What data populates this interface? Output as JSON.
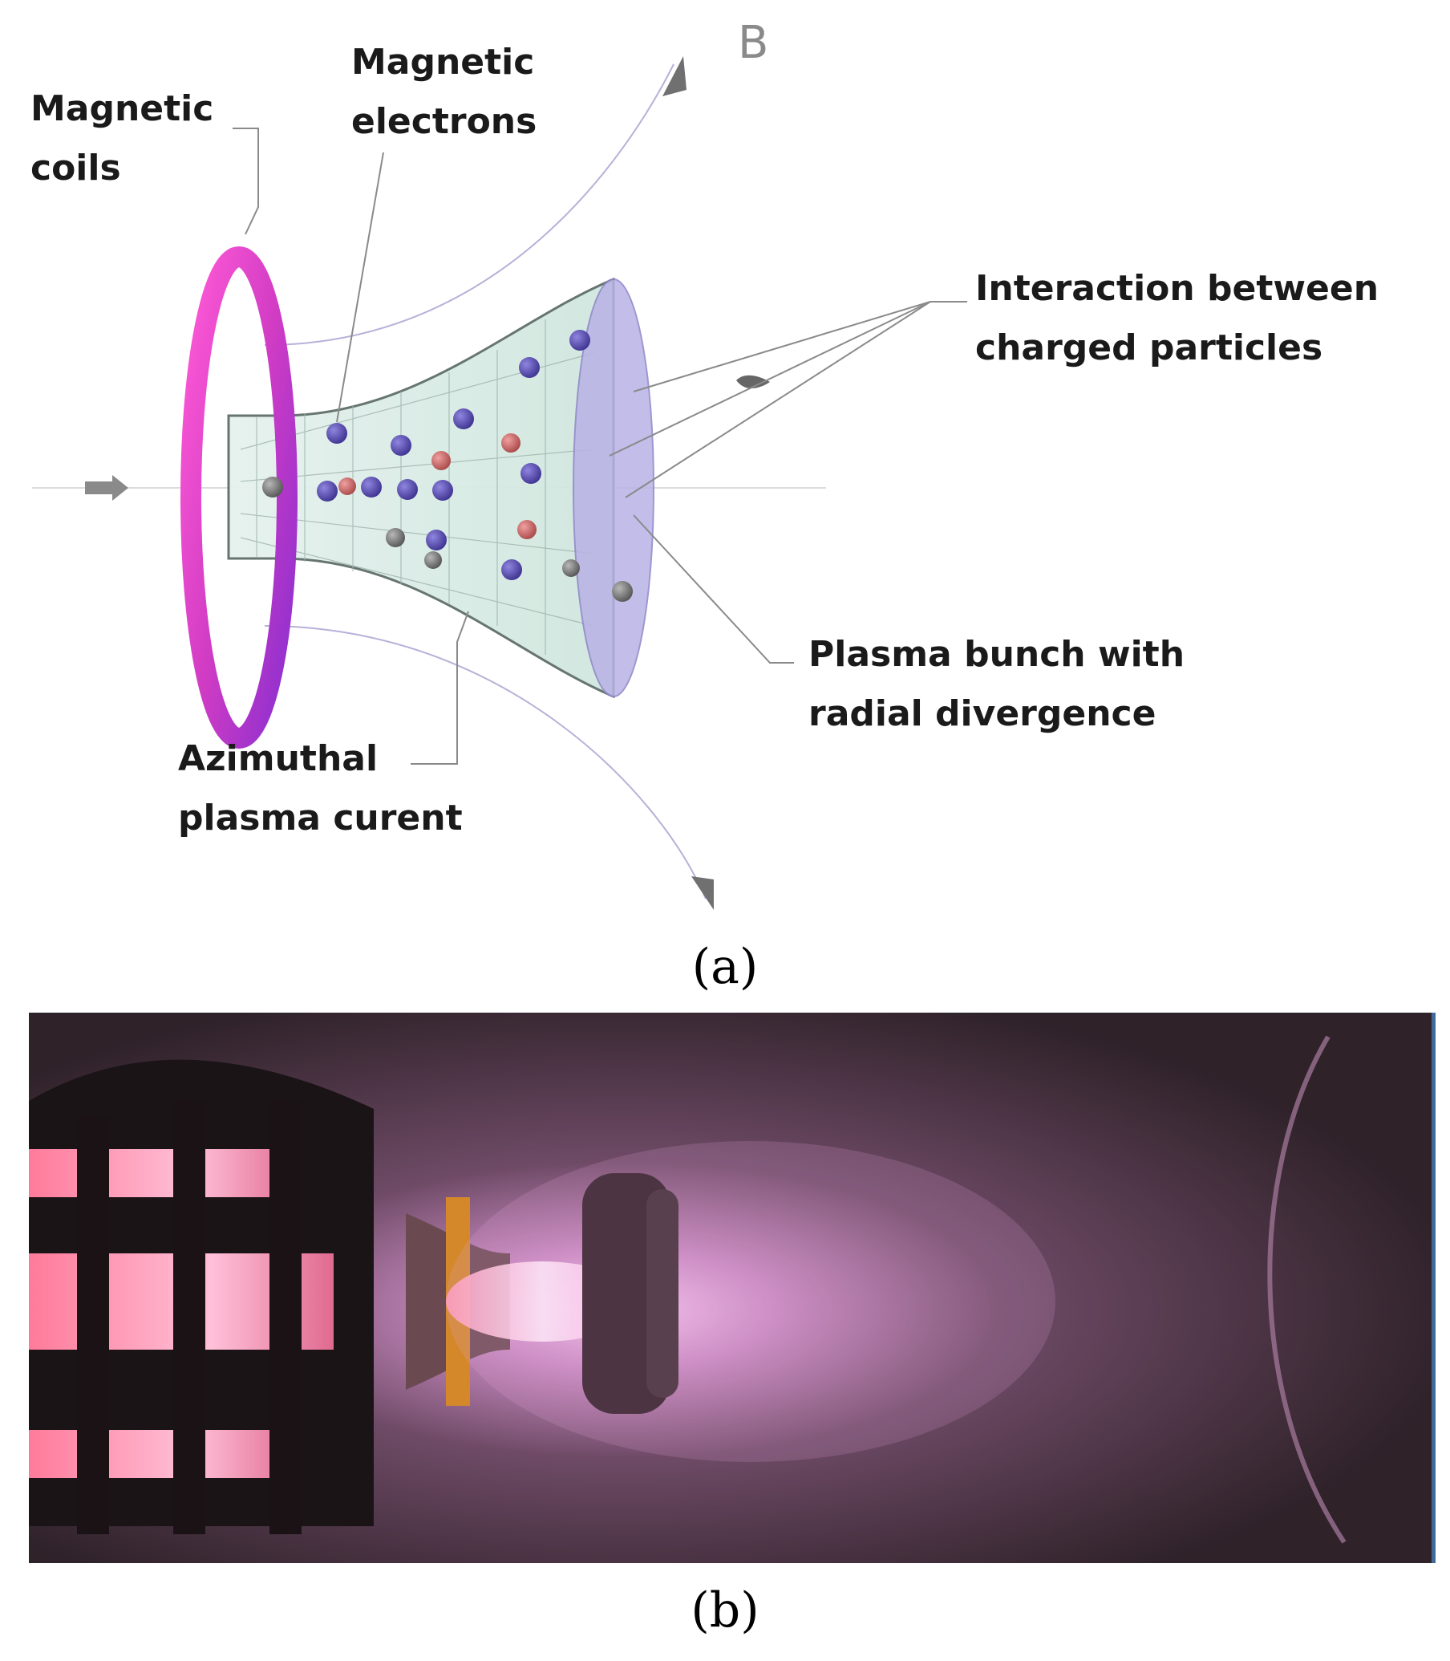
{
  "panel_a": {
    "label": "(a)",
    "b_field_label": "B",
    "annotations": {
      "magnetic_coils": [
        "Magnetic",
        "coils"
      ],
      "magnetic_electrons": [
        "Magnetic",
        "electrons"
      ],
      "interaction": [
        "Interaction between",
        "charged particles"
      ],
      "plasma_bunch": [
        "Plasma bunch with",
        "radial divergence"
      ],
      "azimuthal_current": [
        "Azimuthal",
        "plasma curent"
      ]
    },
    "colors": {
      "coil": "#e040c8",
      "coil_dark": "#9a2fc0",
      "nozzle_fill": "#dff0ea",
      "nozzle_edge": "#6a7a76",
      "exit_disk": "#b9b2e6",
      "electron": "#5c4fb0",
      "ion": "#c86a6a",
      "neutral": "#7a7a7a",
      "field_line": "#b8b0d8"
    }
  },
  "panel_b": {
    "label": "(b)",
    "description_colors": {
      "background": "#2d2028",
      "plume": "#e8a8e0",
      "glow": "#ff9ad0",
      "ring": "#d070a0"
    }
  }
}
